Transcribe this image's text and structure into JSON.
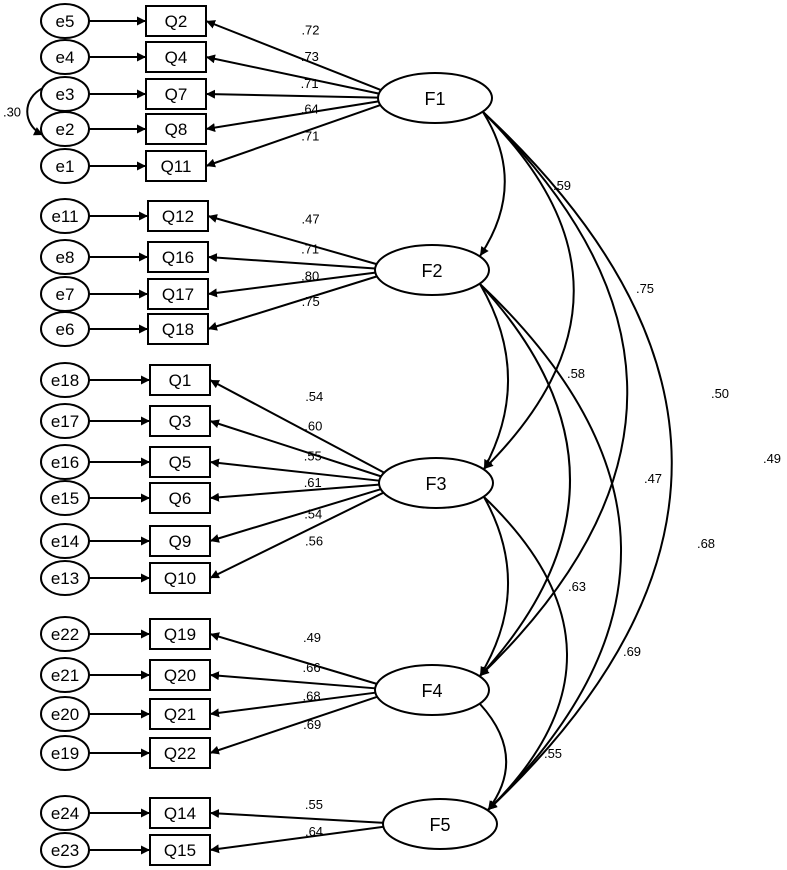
{
  "diagram": {
    "factors": [
      {
        "id": "F1",
        "label": "F1"
      },
      {
        "id": "F2",
        "label": "F2"
      },
      {
        "id": "F3",
        "label": "F3"
      },
      {
        "id": "F4",
        "label": "F4"
      },
      {
        "id": "F5",
        "label": "F5"
      }
    ],
    "indicators": [
      {
        "id": "Q2",
        "label": "Q2",
        "error": "e5",
        "factor": "F1",
        "loading": ".72"
      },
      {
        "id": "Q4",
        "label": "Q4",
        "error": "e4",
        "factor": "F1",
        "loading": ".73"
      },
      {
        "id": "Q7",
        "label": "Q7",
        "error": "e3",
        "factor": "F1",
        "loading": ".71"
      },
      {
        "id": "Q8",
        "label": "Q8",
        "error": "e2",
        "factor": "F1",
        "loading": ".64"
      },
      {
        "id": "Q11",
        "label": "Q11",
        "error": "e1",
        "factor": "F1",
        "loading": ".71"
      },
      {
        "id": "Q12",
        "label": "Q12",
        "error": "e11",
        "factor": "F2",
        "loading": ".47"
      },
      {
        "id": "Q16",
        "label": "Q16",
        "error": "e8",
        "factor": "F2",
        "loading": ".71"
      },
      {
        "id": "Q17",
        "label": "Q17",
        "error": "e7",
        "factor": "F2",
        "loading": ".80"
      },
      {
        "id": "Q18",
        "label": "Q18",
        "error": "e6",
        "factor": "F2",
        "loading": ".75"
      },
      {
        "id": "Q1",
        "label": "Q1",
        "error": "e18",
        "factor": "F3",
        "loading": ".54"
      },
      {
        "id": "Q3",
        "label": "Q3",
        "error": "e17",
        "factor": "F3",
        "loading": ".60"
      },
      {
        "id": "Q5",
        "label": "Q5",
        "error": "e16",
        "factor": "F3",
        "loading": ".55"
      },
      {
        "id": "Q6",
        "label": "Q6",
        "error": "e15",
        "factor": "F3",
        "loading": ".61"
      },
      {
        "id": "Q9",
        "label": "Q9",
        "error": "e14",
        "factor": "F3",
        "loading": ".54"
      },
      {
        "id": "Q10",
        "label": "Q10",
        "error": "e13",
        "factor": "F3",
        "loading": ".56"
      },
      {
        "id": "Q19",
        "label": "Q19",
        "error": "e22",
        "factor": "F4",
        "loading": ".49"
      },
      {
        "id": "Q20",
        "label": "Q20",
        "error": "e21",
        "factor": "F4",
        "loading": ".66"
      },
      {
        "id": "Q21",
        "label": "Q21",
        "error": "e20",
        "factor": "F4",
        "loading": ".68"
      },
      {
        "id": "Q22",
        "label": "Q22",
        "error": "e19",
        "factor": "F4",
        "loading": ".69"
      },
      {
        "id": "Q14",
        "label": "Q14",
        "error": "e24",
        "factor": "F5",
        "loading": ".55"
      },
      {
        "id": "Q15",
        "label": "Q15",
        "error": "e23",
        "factor": "F5",
        "loading": ".64"
      }
    ],
    "error_covariances": [
      {
        "from": "e3",
        "to": "e2",
        "value": ".30"
      }
    ],
    "factor_correlations": [
      {
        "from": "F1",
        "to": "F2",
        "value": ".59"
      },
      {
        "from": "F1",
        "to": "F3",
        "value": ".75"
      },
      {
        "from": "F1",
        "to": "F4",
        "value": ".50"
      },
      {
        "from": "F1",
        "to": "F5",
        "value": ".49"
      },
      {
        "from": "F2",
        "to": "F3",
        "value": ".58"
      },
      {
        "from": "F2",
        "to": "F4",
        "value": ".47"
      },
      {
        "from": "F2",
        "to": "F5",
        "value": ".68"
      },
      {
        "from": "F3",
        "to": "F4",
        "value": ".63"
      },
      {
        "from": "F3",
        "to": "F5",
        "value": ".69"
      },
      {
        "from": "F4",
        "to": "F5",
        "value": ".55"
      }
    ]
  }
}
